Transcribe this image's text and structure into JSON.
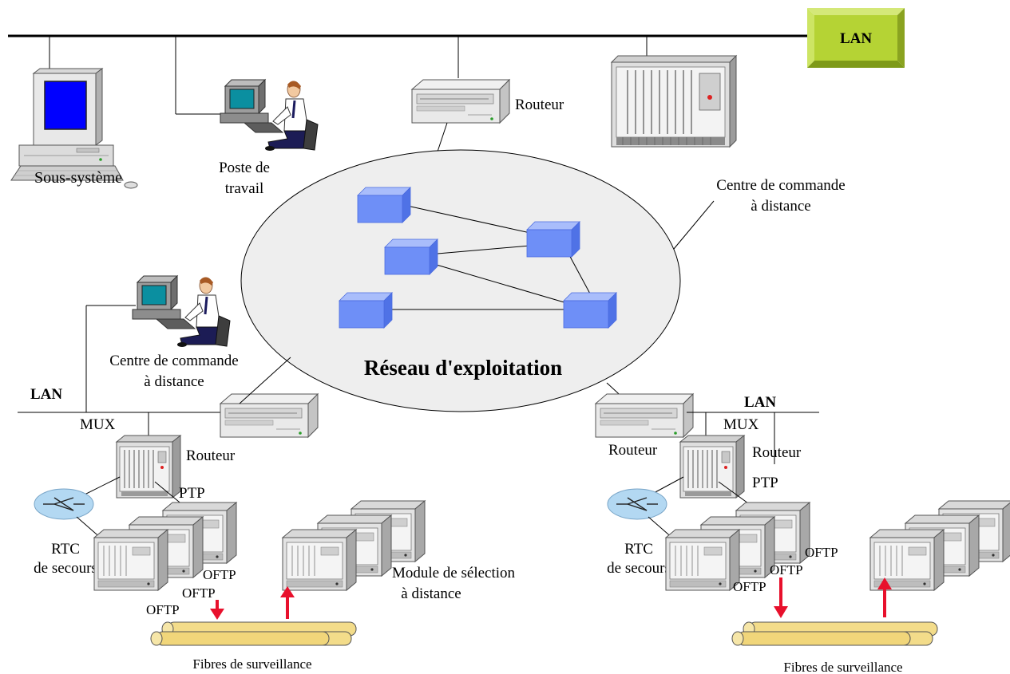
{
  "labels": {
    "lan_top": "LAN",
    "lan_left": "LAN",
    "lan_right": "LAN",
    "sous_systeme": "Sous-système",
    "poste_line1": "Poste de",
    "poste_line2": "travail",
    "routeur_top": "Routeur",
    "centre_right_line1": "Centre de commande",
    "centre_right_line2": "à distance",
    "centre_left_line1": "Centre de commande",
    "centre_left_line2": "à distance",
    "reseau": "Réseau d'exploitation",
    "mux_left": "MUX",
    "mux_right": "MUX",
    "routeur_left_mux": "Routeur",
    "routeur_right_a": "Routeur",
    "routeur_right_b": "Routeur",
    "ptp_left": "PTP",
    "ptp_right": "PTP",
    "rtc_left_line1": "RTC",
    "rtc_left_line2": "de secours",
    "rtc_right_line1": "RTC",
    "rtc_right_line2": "de secours",
    "oftp_left_1": "OFTP",
    "oftp_left_2": "OFTP",
    "oftp_left_3": "OFTP",
    "oftp_right_1": "OFTP",
    "oftp_right_2": "OFTP",
    "oftp_right_3": "OFTP",
    "module_line1": "Module de sélection",
    "module_line2": "à distance",
    "fibres_left": "Fibres de surveillance",
    "fibres_right": "Fibres de surveillance"
  },
  "icons": {
    "computer": "desktop-computer-icon",
    "workstation": "operator-workstation-icon",
    "router": "router-icon",
    "rack": "equipment-rack-icon",
    "switch": "network-switch-icon",
    "node": "network-node-cube-icon",
    "fiber": "fiber-cable-icon",
    "arrow": "signal-arrow-icon"
  },
  "colors": {
    "lan_box": "#b5d334",
    "node_cube": "#6e8ff7",
    "arrow": "#e8102c",
    "fiber": "#f3dc8a",
    "switch": "#b3d8f2"
  }
}
